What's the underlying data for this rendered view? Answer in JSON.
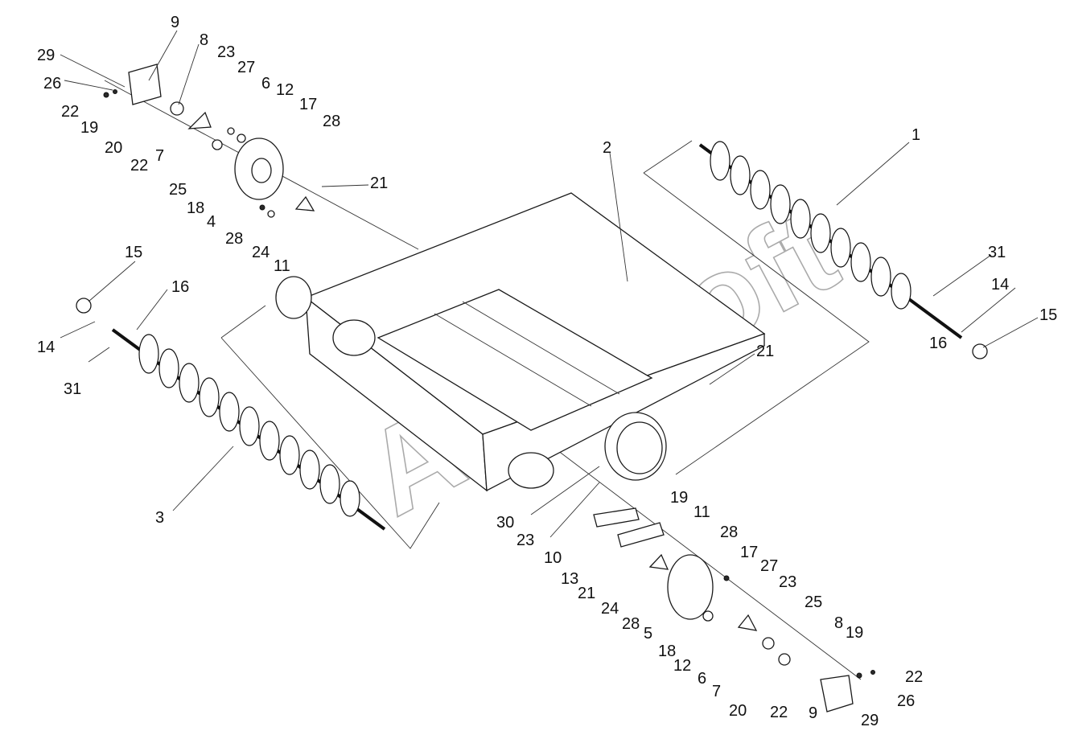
{
  "watermark": "AutoSoft",
  "callouts": {
    "c1": "1",
    "c2": "2",
    "c3": "3",
    "c4": "4",
    "c5": "5",
    "c6": "6",
    "c7": "7",
    "c8": "8",
    "c9": "9",
    "c10": "10",
    "c11": "11",
    "c12": "12",
    "c13": "13",
    "c14": "14",
    "c15": "15",
    "c16": "16",
    "c17": "17",
    "c18": "18",
    "c19": "19",
    "c20": "20",
    "c21": "21",
    "c22": "22",
    "c23": "23",
    "c24": "24",
    "c25": "25",
    "c26": "26",
    "c27": "27",
    "c28": "28",
    "c29": "29",
    "c30": "30",
    "c31": "31"
  }
}
